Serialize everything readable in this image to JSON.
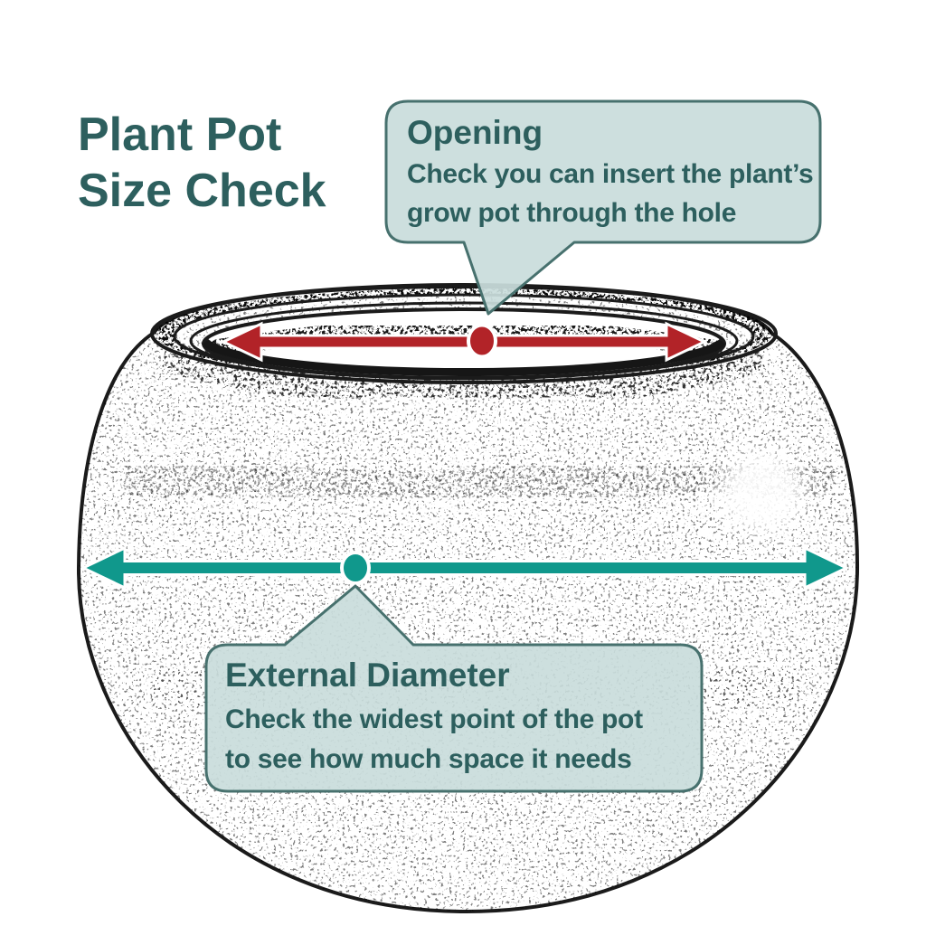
{
  "title": {
    "line1": "Plant Pot",
    "line2": "Size Check"
  },
  "callouts": {
    "opening": {
      "heading": "Opening",
      "body_line1": "Check you can insert the plant’s",
      "body_line2": "grow pot through the hole"
    },
    "external_diameter": {
      "heading": "External Diameter",
      "body_line1": "Check the widest point of the pot",
      "body_line2": "to see how much space it needs"
    }
  },
  "colors": {
    "text_teal": "#2d5f5e",
    "callout_fill": "#c9dddc",
    "callout_border": "#47716e",
    "opening_arrow_red": "#b22328",
    "external_arrow_teal": "#10988c",
    "sketch_line": "#1b1b1b",
    "background": "#ffffff"
  }
}
